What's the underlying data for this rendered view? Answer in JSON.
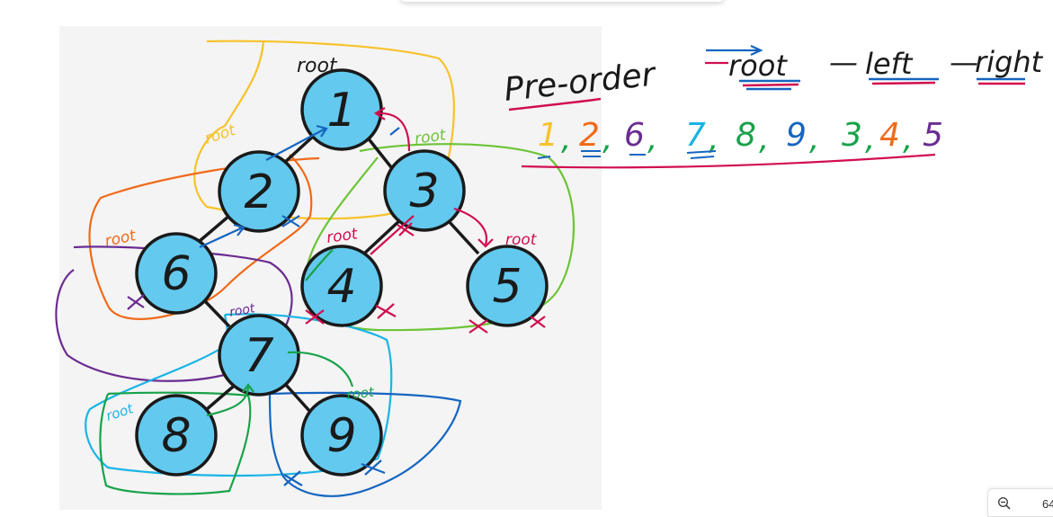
{
  "title": "Pre-order",
  "rule": {
    "parts": [
      "root",
      "left",
      "right"
    ]
  },
  "result_sequence": [
    "1",
    "2",
    "6",
    "7",
    "8",
    "9",
    "3",
    "4",
    "5"
  ],
  "tree": {
    "nodes": [
      "1",
      "2",
      "3",
      "6",
      "4",
      "5",
      "7",
      "8",
      "9"
    ]
  },
  "annotations": {
    "root_word": "root"
  },
  "colors": {
    "panel_bg": "#f4f4f4",
    "node_fill": "#63c9ee",
    "edge": "#1a1a1a",
    "blue": "#1565c0",
    "orange": "#f06a1a",
    "purple": "#6a2c91",
    "cyan": "#19b4e6",
    "green": "#18a24a",
    "crimson": "#d10e4f",
    "yellow": "#f7c22a",
    "lime": "#6cc437"
  },
  "zoom": {
    "level": "64"
  }
}
